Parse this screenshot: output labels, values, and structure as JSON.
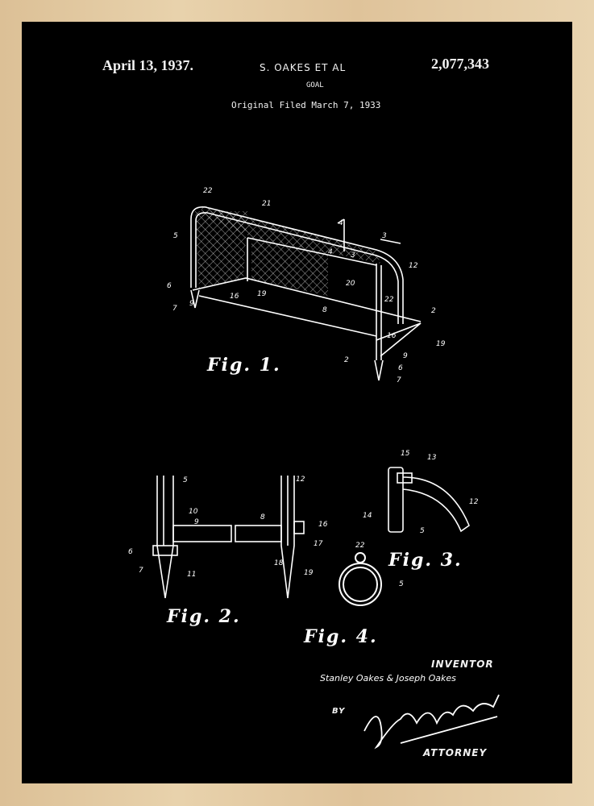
{
  "header": {
    "date": "April 13, 1937.",
    "inventor_short": "S. OAKES ET AL",
    "title": "GOAL",
    "filed": "Original Filed March 7, 1933",
    "patent_number": "2,077,343"
  },
  "figures": {
    "fig1": "Fig. 1.",
    "fig2": "Fig. 2.",
    "fig3": "Fig. 3.",
    "fig4": "Fig. 4."
  },
  "reference_numerals": {
    "fig1": [
      "22",
      "21",
      "5",
      "4",
      "4",
      "3",
      "3",
      "12",
      "20",
      "6",
      "7",
      "9",
      "16",
      "19",
      "8",
      "22",
      "2",
      "16",
      "9",
      "19",
      "2",
      "6",
      "7"
    ],
    "fig2": [
      "5",
      "10",
      "9",
      "6",
      "7",
      "11",
      "8",
      "12",
      "16",
      "17",
      "18",
      "19"
    ],
    "fig3": [
      "15",
      "13",
      "12",
      "14",
      "5"
    ],
    "fig4": [
      "22",
      "5"
    ]
  },
  "signature_block": {
    "inventor_label": "INVENTOR",
    "inventors": "Stanley Oakes & Joseph Oakes",
    "by": "BY",
    "signature": "W. Irvin Haskett",
    "attorney_label": "ATTORNEY"
  },
  "colors": {
    "frame": "#e3c9a0",
    "background": "#000000",
    "ink": "#ffffff"
  }
}
